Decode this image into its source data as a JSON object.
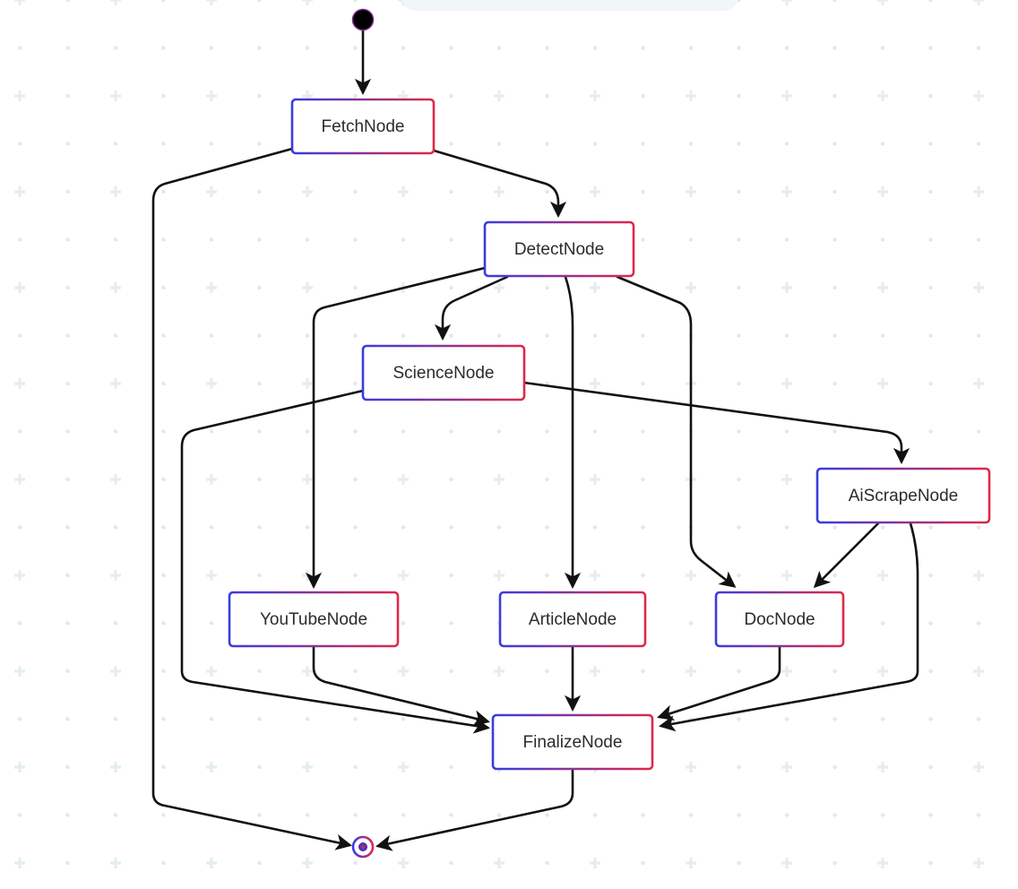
{
  "diagram": {
    "colors": {
      "background": "#ffffff",
      "grid": "#e4eef1",
      "edge": "#111111",
      "node_gradient_start": "#3a3ce0",
      "node_gradient_end": "#e0284a",
      "start_dot": "#000000",
      "end_ring": "#2b2ad8",
      "end_core": "#c8324e"
    },
    "nodes": [
      {
        "id": "fetch",
        "label": "FetchNode"
      },
      {
        "id": "detect",
        "label": "DetectNode"
      },
      {
        "id": "science",
        "label": "ScienceNode"
      },
      {
        "id": "aiscrape",
        "label": "AiScrapeNode"
      },
      {
        "id": "youtube",
        "label": "YouTubeNode"
      },
      {
        "id": "article",
        "label": "ArticleNode"
      },
      {
        "id": "doc",
        "label": "DocNode"
      },
      {
        "id": "finalize",
        "label": "FinalizeNode"
      }
    ],
    "edges": [
      {
        "from": "start",
        "to": "fetch"
      },
      {
        "from": "fetch",
        "to": "detect"
      },
      {
        "from": "fetch",
        "to": "end"
      },
      {
        "from": "detect",
        "to": "youtube"
      },
      {
        "from": "detect",
        "to": "science"
      },
      {
        "from": "detect",
        "to": "article"
      },
      {
        "from": "detect",
        "to": "doc"
      },
      {
        "from": "science",
        "to": "finalize"
      },
      {
        "from": "science",
        "to": "aiscrape"
      },
      {
        "from": "aiscrape",
        "to": "doc"
      },
      {
        "from": "aiscrape",
        "to": "finalize"
      },
      {
        "from": "youtube",
        "to": "finalize"
      },
      {
        "from": "article",
        "to": "finalize"
      },
      {
        "from": "doc",
        "to": "finalize"
      },
      {
        "from": "finalize",
        "to": "end"
      }
    ]
  }
}
